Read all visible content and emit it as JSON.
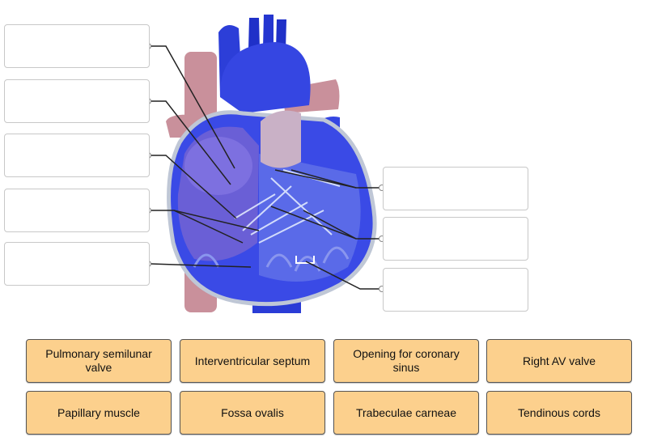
{
  "labels": [
    {
      "text": "Pulmonary semilunar valve"
    },
    {
      "text": "Interventricular septum"
    },
    {
      "text": "Opening for coronary sinus"
    },
    {
      "text": "Right AV valve"
    },
    {
      "text": "Papillary muscle"
    },
    {
      "text": "Fossa ovalis"
    },
    {
      "text": "Trabeculae carneae"
    },
    {
      "text": "Tendinous cords"
    }
  ],
  "drop_zones": {
    "left_count": 5,
    "right_count": 3
  },
  "colors": {
    "label_fill": "#fcd08d",
    "heart_blue": "#2f3fe0",
    "vessel_pink": "#c9909b",
    "muscle_blue": "#6f7fe8"
  }
}
